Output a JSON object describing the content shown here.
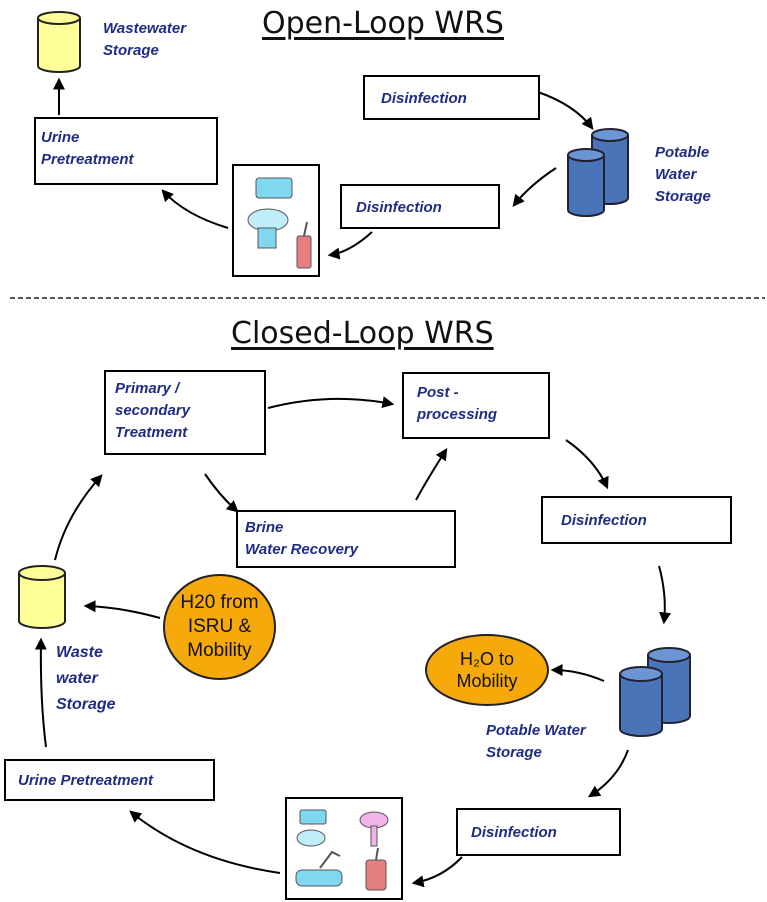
{
  "open_loop": {
    "title": "Open-Loop WRS",
    "wastewater_storage": "Wastewater\nStorage",
    "disinfection_top": "Disinfection",
    "potable_water_storage": "Potable\nWater\nStorage",
    "disinfection_mid": "Disinfection",
    "urine_pretreatment": "Urine\nPretreatment"
  },
  "closed_loop": {
    "title": "Closed-Loop WRS",
    "primary_secondary": "Primary /\nsecondary\nTreatment",
    "post_processing": "Post -\nprocessing",
    "brine_recovery": "Brine\nWater Recovery",
    "disinfection_upper": "Disinfection",
    "h2o_from_isru": "H20 from\nISRU &\nMobility",
    "h2o_to_mobility": "H₂O to\nMobility",
    "waste_water_storage": "Waste\nwater\nStorage",
    "potable_water_storage": "Potable Water\nStorage",
    "urine_pretreatment": "Urine Pretreatment",
    "disinfection_lower": "Disinfection"
  },
  "colors": {
    "label_text": "#1f2c86",
    "wastewater_tank": "#ffff99",
    "potable_tank": "#4a74b8",
    "orange_circle": "#f5a90a"
  }
}
